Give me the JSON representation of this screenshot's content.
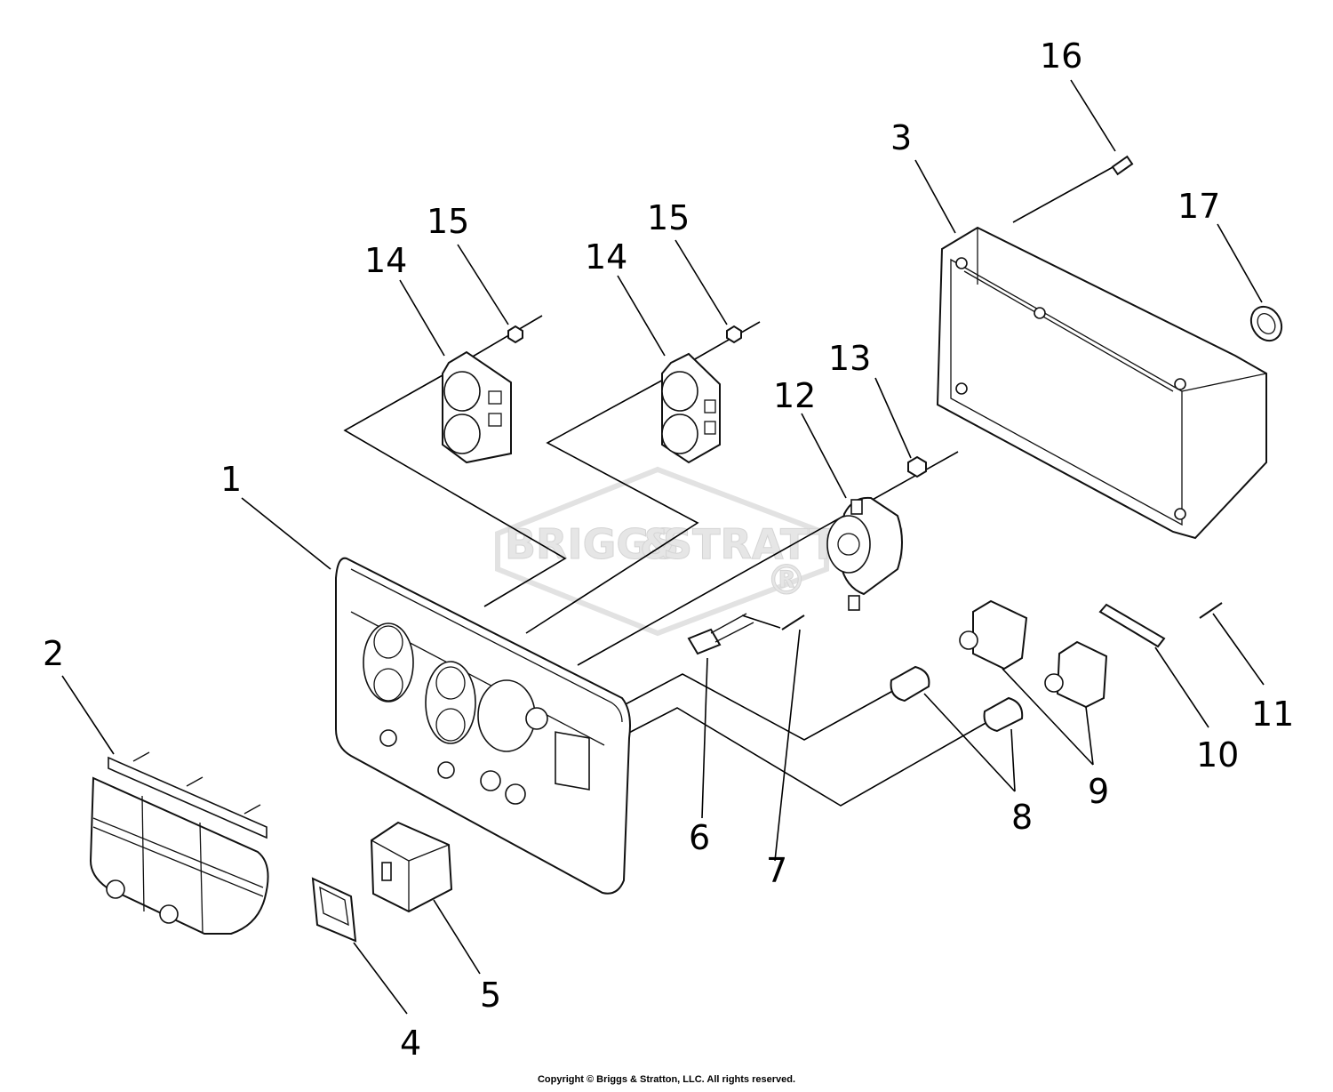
{
  "watermark": {
    "brand_left": "BRIGGS",
    "brand_amp": "&",
    "brand_right": "STRATTON",
    "registered": "®"
  },
  "callouts": [
    {
      "id": "1",
      "label": "1"
    },
    {
      "id": "2",
      "label": "2"
    },
    {
      "id": "3",
      "label": "3"
    },
    {
      "id": "4",
      "label": "4"
    },
    {
      "id": "5",
      "label": "5"
    },
    {
      "id": "6",
      "label": "6"
    },
    {
      "id": "7",
      "label": "7"
    },
    {
      "id": "8",
      "label": "8"
    },
    {
      "id": "9",
      "label": "9"
    },
    {
      "id": "10",
      "label": "10"
    },
    {
      "id": "11",
      "label": "11"
    },
    {
      "id": "12",
      "label": "12"
    },
    {
      "id": "13",
      "label": "13"
    },
    {
      "id": "14a",
      "label": "14"
    },
    {
      "id": "14b",
      "label": "14"
    },
    {
      "id": "15a",
      "label": "15"
    },
    {
      "id": "15b",
      "label": "15"
    },
    {
      "id": "16",
      "label": "16"
    },
    {
      "id": "17",
      "label": "17"
    }
  ],
  "footer": {
    "copyright": "Copyright © Briggs & Stratton, LLC. All rights reserved."
  }
}
